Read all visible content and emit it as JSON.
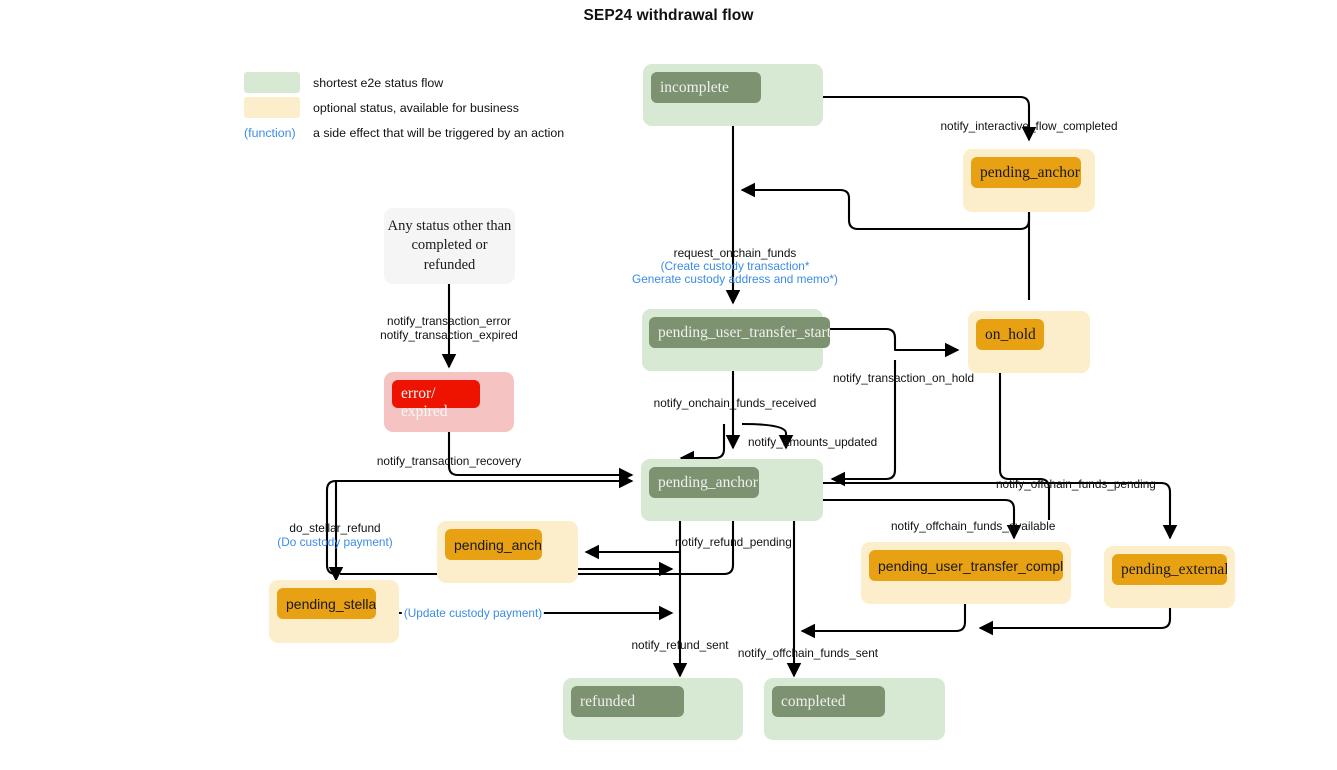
{
  "title": "SEP24 withdrawal flow",
  "colors": {
    "green_outer": "#d7e8d3",
    "green_inner": "#7d9271",
    "orange_outer": "#fdeecb",
    "orange_inner": "#e8a113",
    "red_outer": "#f6c3c3",
    "red_inner": "#ee1200",
    "plain": "#f5f5f5",
    "function_text": "#3b8ce8",
    "edge": "#000000"
  },
  "legend": {
    "items": [
      {
        "swatch": "#d7e8d3",
        "label": "shortest e2e status flow"
      },
      {
        "swatch": "#fdeecb",
        "label": "optional status, available for business"
      }
    ],
    "function_row": {
      "token": "(function)",
      "label": "a side effect that will be triggered by an action"
    }
  },
  "nodes": [
    {
      "id": "incomplete",
      "label": "incomplete",
      "kind": "green"
    },
    {
      "id": "pending_anchor_top",
      "label": "pending_anchor",
      "kind": "orange"
    },
    {
      "id": "any_status",
      "label": "Any status other than completed or refunded",
      "kind": "plain"
    },
    {
      "id": "error_expired",
      "label": "error/",
      "label2": "expired",
      "kind": "red"
    },
    {
      "id": "pending_user_transfer_start",
      "label": "pending_user_transfer_start",
      "kind": "green"
    },
    {
      "id": "on_hold",
      "label": "on_hold",
      "kind": "orange"
    },
    {
      "id": "pending_anchor_center",
      "label": "pending_anchor",
      "kind": "green"
    },
    {
      "id": "pending_anchor_refund",
      "label": "pending_anchor",
      "kind": "orange"
    },
    {
      "id": "pending_stellar",
      "label": "pending_stellar",
      "kind": "orange"
    },
    {
      "id": "pending_user_transfer_complete",
      "label": "pending_user_transfer_complete",
      "kind": "orange"
    },
    {
      "id": "pending_external",
      "label": "pending_external",
      "kind": "orange"
    },
    {
      "id": "refunded",
      "label": "refunded",
      "kind": "green"
    },
    {
      "id": "completed",
      "label": "completed",
      "kind": "green"
    }
  ],
  "edge_labels": {
    "notify_interactive_flow_completed": "notify_interactive_flow_completed",
    "request_onchain_funds": "request_onchain_funds",
    "create_custody_transaction": "(Create custody transaction*",
    "generate_custody_address": "Generate custody address and memo*)",
    "notify_transaction_error": "notify_transaction_error",
    "notify_transaction_expired": "notify_transaction_expired",
    "notify_transaction_recovery": "notify_transaction_recovery",
    "notify_onchain_funds_received": "notify_onchain_funds_received",
    "notify_amounts_updated": "notify_amounts_updated",
    "notify_transaction_on_hold": "notify_transaction_on_hold",
    "notify_offchain_funds_pending": "notify_offchain_funds_pending",
    "notify_offchain_funds_available": "notify_offchain_funds_available",
    "notify_refund_pending": "notify_refund_pending",
    "do_stellar_refund": "do_stellar_refund",
    "do_custody_payment": "(Do custody payment)",
    "update_custody_payment": "(Update custody payment)",
    "notify_refund_sent": "notify_refund_sent",
    "notify_offchain_funds_sent": "notify_offchain_funds_sent"
  }
}
